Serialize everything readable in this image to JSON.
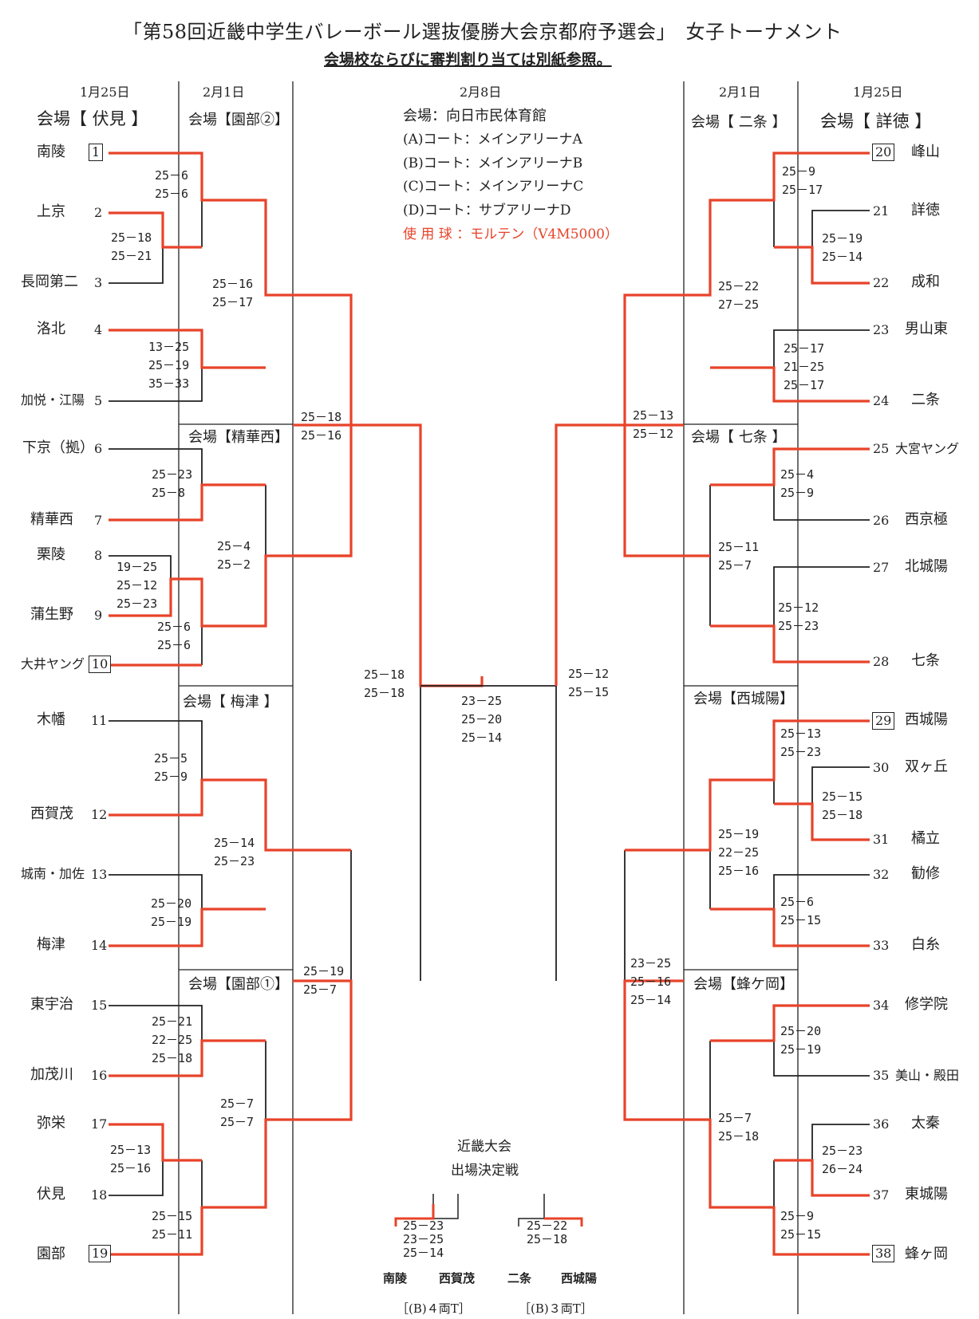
{
  "header": {
    "title": "「第58回近畿中学生バレーボール選抜優勝大会京都府予選会」　女子トーナメント",
    "subtitle": "会場校ならびに審判割り当ては別紙参照。"
  },
  "dates": {
    "round1": "1月25日",
    "round2": "2月1日",
    "finals": "2月8日"
  },
  "venues": {
    "fushimi": "会場【 伏見 】",
    "sonobe2": "会場【園部②】",
    "seikanishi": "会場【精華西】",
    "umezu": "会場【 梅津 】",
    "sonobe1": "会場【園部①】",
    "nijo": "会場【 二条 】",
    "shosen": "会場【 詳徳 】",
    "shichijo": "会場【 七条 】",
    "nishijoyo": "会場【西城陽】",
    "hachigaoka": "会場【蜂ケ岡】"
  },
  "final_venue": {
    "name": "会場：向日市民体育館",
    "courts": [
      "(A)コート：メインアリーナA",
      "(B)コート：メインアリーナB",
      "(C)コート：メインアリーナC",
      "(D)コート：サブアリーナD"
    ],
    "ball": "使 用 球 ：モルテン（V4M5000）"
  },
  "teams": [
    {
      "no": "1",
      "name": "南陵"
    },
    {
      "no": "2",
      "name": "上京"
    },
    {
      "no": "3",
      "name": "長岡第二"
    },
    {
      "no": "4",
      "name": "洛北"
    },
    {
      "no": "5",
      "name": "加悦・江陽"
    },
    {
      "no": "6",
      "name": "下京（拠）"
    },
    {
      "no": "7",
      "name": "精華西"
    },
    {
      "no": "8",
      "name": "栗陵"
    },
    {
      "no": "9",
      "name": "蒲生野"
    },
    {
      "no": "10",
      "name": "大井ヤング"
    },
    {
      "no": "11",
      "name": "木幡"
    },
    {
      "no": "12",
      "name": "西賀茂"
    },
    {
      "no": "13",
      "name": "城南・加佐"
    },
    {
      "no": "14",
      "name": "梅津"
    },
    {
      "no": "15",
      "name": "東宇治"
    },
    {
      "no": "16",
      "name": "加茂川"
    },
    {
      "no": "17",
      "name": "弥栄"
    },
    {
      "no": "18",
      "name": "伏見"
    },
    {
      "no": "19",
      "name": "園部"
    },
    {
      "no": "20",
      "name": "峰山"
    },
    {
      "no": "21",
      "name": "詳徳"
    },
    {
      "no": "22",
      "name": "成和"
    },
    {
      "no": "23",
      "name": "男山東"
    },
    {
      "no": "24",
      "name": "二条"
    },
    {
      "no": "25",
      "name": "大宮ヤング"
    },
    {
      "no": "26",
      "name": "西京極"
    },
    {
      "no": "27",
      "name": "北城陽"
    },
    {
      "no": "28",
      "name": "七条"
    },
    {
      "no": "29",
      "name": "西城陽"
    },
    {
      "no": "30",
      "name": "双ヶ丘"
    },
    {
      "no": "31",
      "name": "橘立"
    },
    {
      "no": "32",
      "name": "勧修"
    },
    {
      "no": "33",
      "name": "白糸"
    },
    {
      "no": "34",
      "name": "修学院"
    },
    {
      "no": "35",
      "name": "美山・殿田"
    },
    {
      "no": "36",
      "name": "太秦"
    },
    {
      "no": "37",
      "name": "東城陽"
    },
    {
      "no": "38",
      "name": "蜂ヶ岡"
    }
  ],
  "scores": {
    "l_1_2": [
      "25－6",
      "25－6"
    ],
    "l_2_3": [
      "25－18",
      "25－21"
    ],
    "l_4_5": [
      "13－25",
      "25－19",
      "35－33"
    ],
    "l_6_7": [
      "25－23",
      "25－8"
    ],
    "l_8_9": [
      "19－25",
      "25－12",
      "25－23"
    ],
    "l_10": [
      "25－6",
      "25－6"
    ],
    "l_11_12": [
      "25－5",
      "25－9"
    ],
    "l_13_14": [
      "25－20",
      "25－19"
    ],
    "l_15_16": [
      "25－21",
      "22－25",
      "25－18"
    ],
    "l_17_18": [
      "25－13",
      "25－16"
    ],
    "l_19": [
      "25－15",
      "25－11"
    ],
    "l_r2_a": [
      "25－16",
      "25－17"
    ],
    "l_r2_b": [
      "25－4",
      "25－2"
    ],
    "l_r2_c": [
      "25－14",
      "25－23"
    ],
    "l_r2_d": [
      "25－7",
      "25－7"
    ],
    "l_r3_a": [
      "25－18",
      "25－16"
    ],
    "l_r3_b": [
      "25－19",
      "25－7"
    ],
    "l_sf": [
      "25－18",
      "25－18"
    ],
    "final": [
      "23－25",
      "25－20",
      "25－14"
    ],
    "r_sf": [
      "25－12",
      "25－15"
    ],
    "r_r3_a": [
      "25－13",
      "25－12"
    ],
    "r_r3_b": [
      "23－25",
      "25－16",
      "25－14"
    ],
    "r_r2_a": [
      "25－22",
      "27－25"
    ],
    "r_r2_b": [
      "25－11",
      "25－7"
    ],
    "r_r2_c": [
      "25－19",
      "22－25",
      "25－16"
    ],
    "r_r2_d": [
      "25－7",
      "25－18"
    ],
    "r_20": [
      "25－9",
      "25－17"
    ],
    "r_21_22": [
      "25－19",
      "25－14"
    ],
    "r_23_24": [
      "25－17",
      "21－25",
      "25－17"
    ],
    "r_25_26": [
      "25－4",
      "25－9"
    ],
    "r_27_28": [
      "25－12",
      "25－23"
    ],
    "r_29": [
      "25－13",
      "25－23"
    ],
    "r_30_31": [
      "25－15",
      "25－18"
    ],
    "r_32_33": [
      "25－6",
      "25－15"
    ],
    "r_34_35": [
      "25－20",
      "25－19"
    ],
    "r_36_37": [
      "25－23",
      "26－24"
    ],
    "r_38": [
      "25－9",
      "25－15"
    ]
  },
  "kinki": {
    "label_line1": "近畿大会",
    "label_line2": "出場決定戦",
    "match1": {
      "scores": [
        "25－23",
        "23－25",
        "25－14"
      ],
      "left": "南陵",
      "right": "西賀茂",
      "court": "［(B)４両T］"
    },
    "match2": {
      "scores": [
        "25－22",
        "25－18"
      ],
      "left": "二条",
      "right": "西城陽",
      "court": "［(B)３両T］"
    }
  },
  "colors": {
    "winner": "#e8432a",
    "line": "#222222"
  }
}
